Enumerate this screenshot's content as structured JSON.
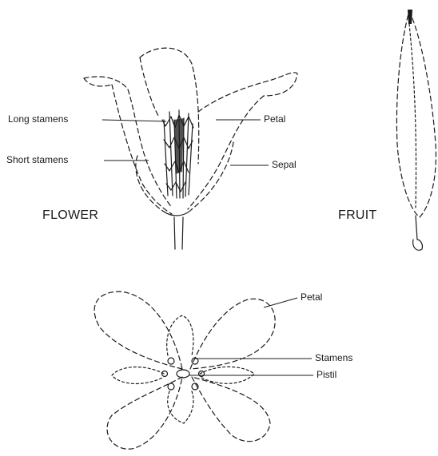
{
  "labels": {
    "long_stamens": "Long stamens",
    "short_stamens": "Short stamens",
    "petal_top": "Petal",
    "sepal": "Sepal",
    "flower_caption": "FLOWER",
    "fruit_caption": "FRUIT",
    "petal_bottom": "Petal",
    "stamens": "Stamens",
    "pistil": "Pistil"
  },
  "colors": {
    "ink": "#1a1a1a",
    "background": "#ffffff"
  }
}
